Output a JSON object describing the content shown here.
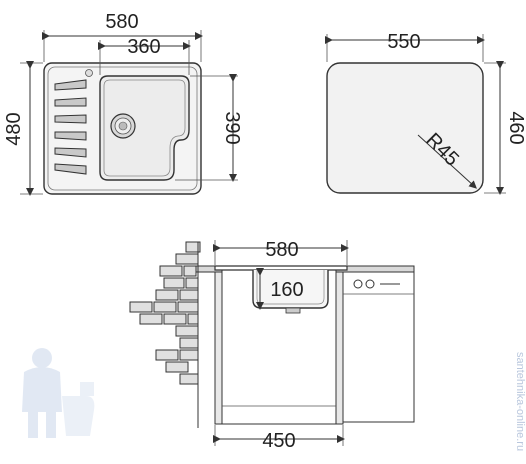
{
  "top_view": {
    "width_label": "580",
    "bowl_width_label": "360",
    "height_label": "480",
    "bowl_height_label": "390"
  },
  "cutout_view": {
    "width_label": "550",
    "height_label": "460",
    "radius_label": "R45"
  },
  "section_view": {
    "sink_width_label": "580",
    "bowl_depth_label": "160",
    "cabinet_width_label": "450"
  },
  "watermark": {
    "text": "santehnika-online.ru"
  }
}
